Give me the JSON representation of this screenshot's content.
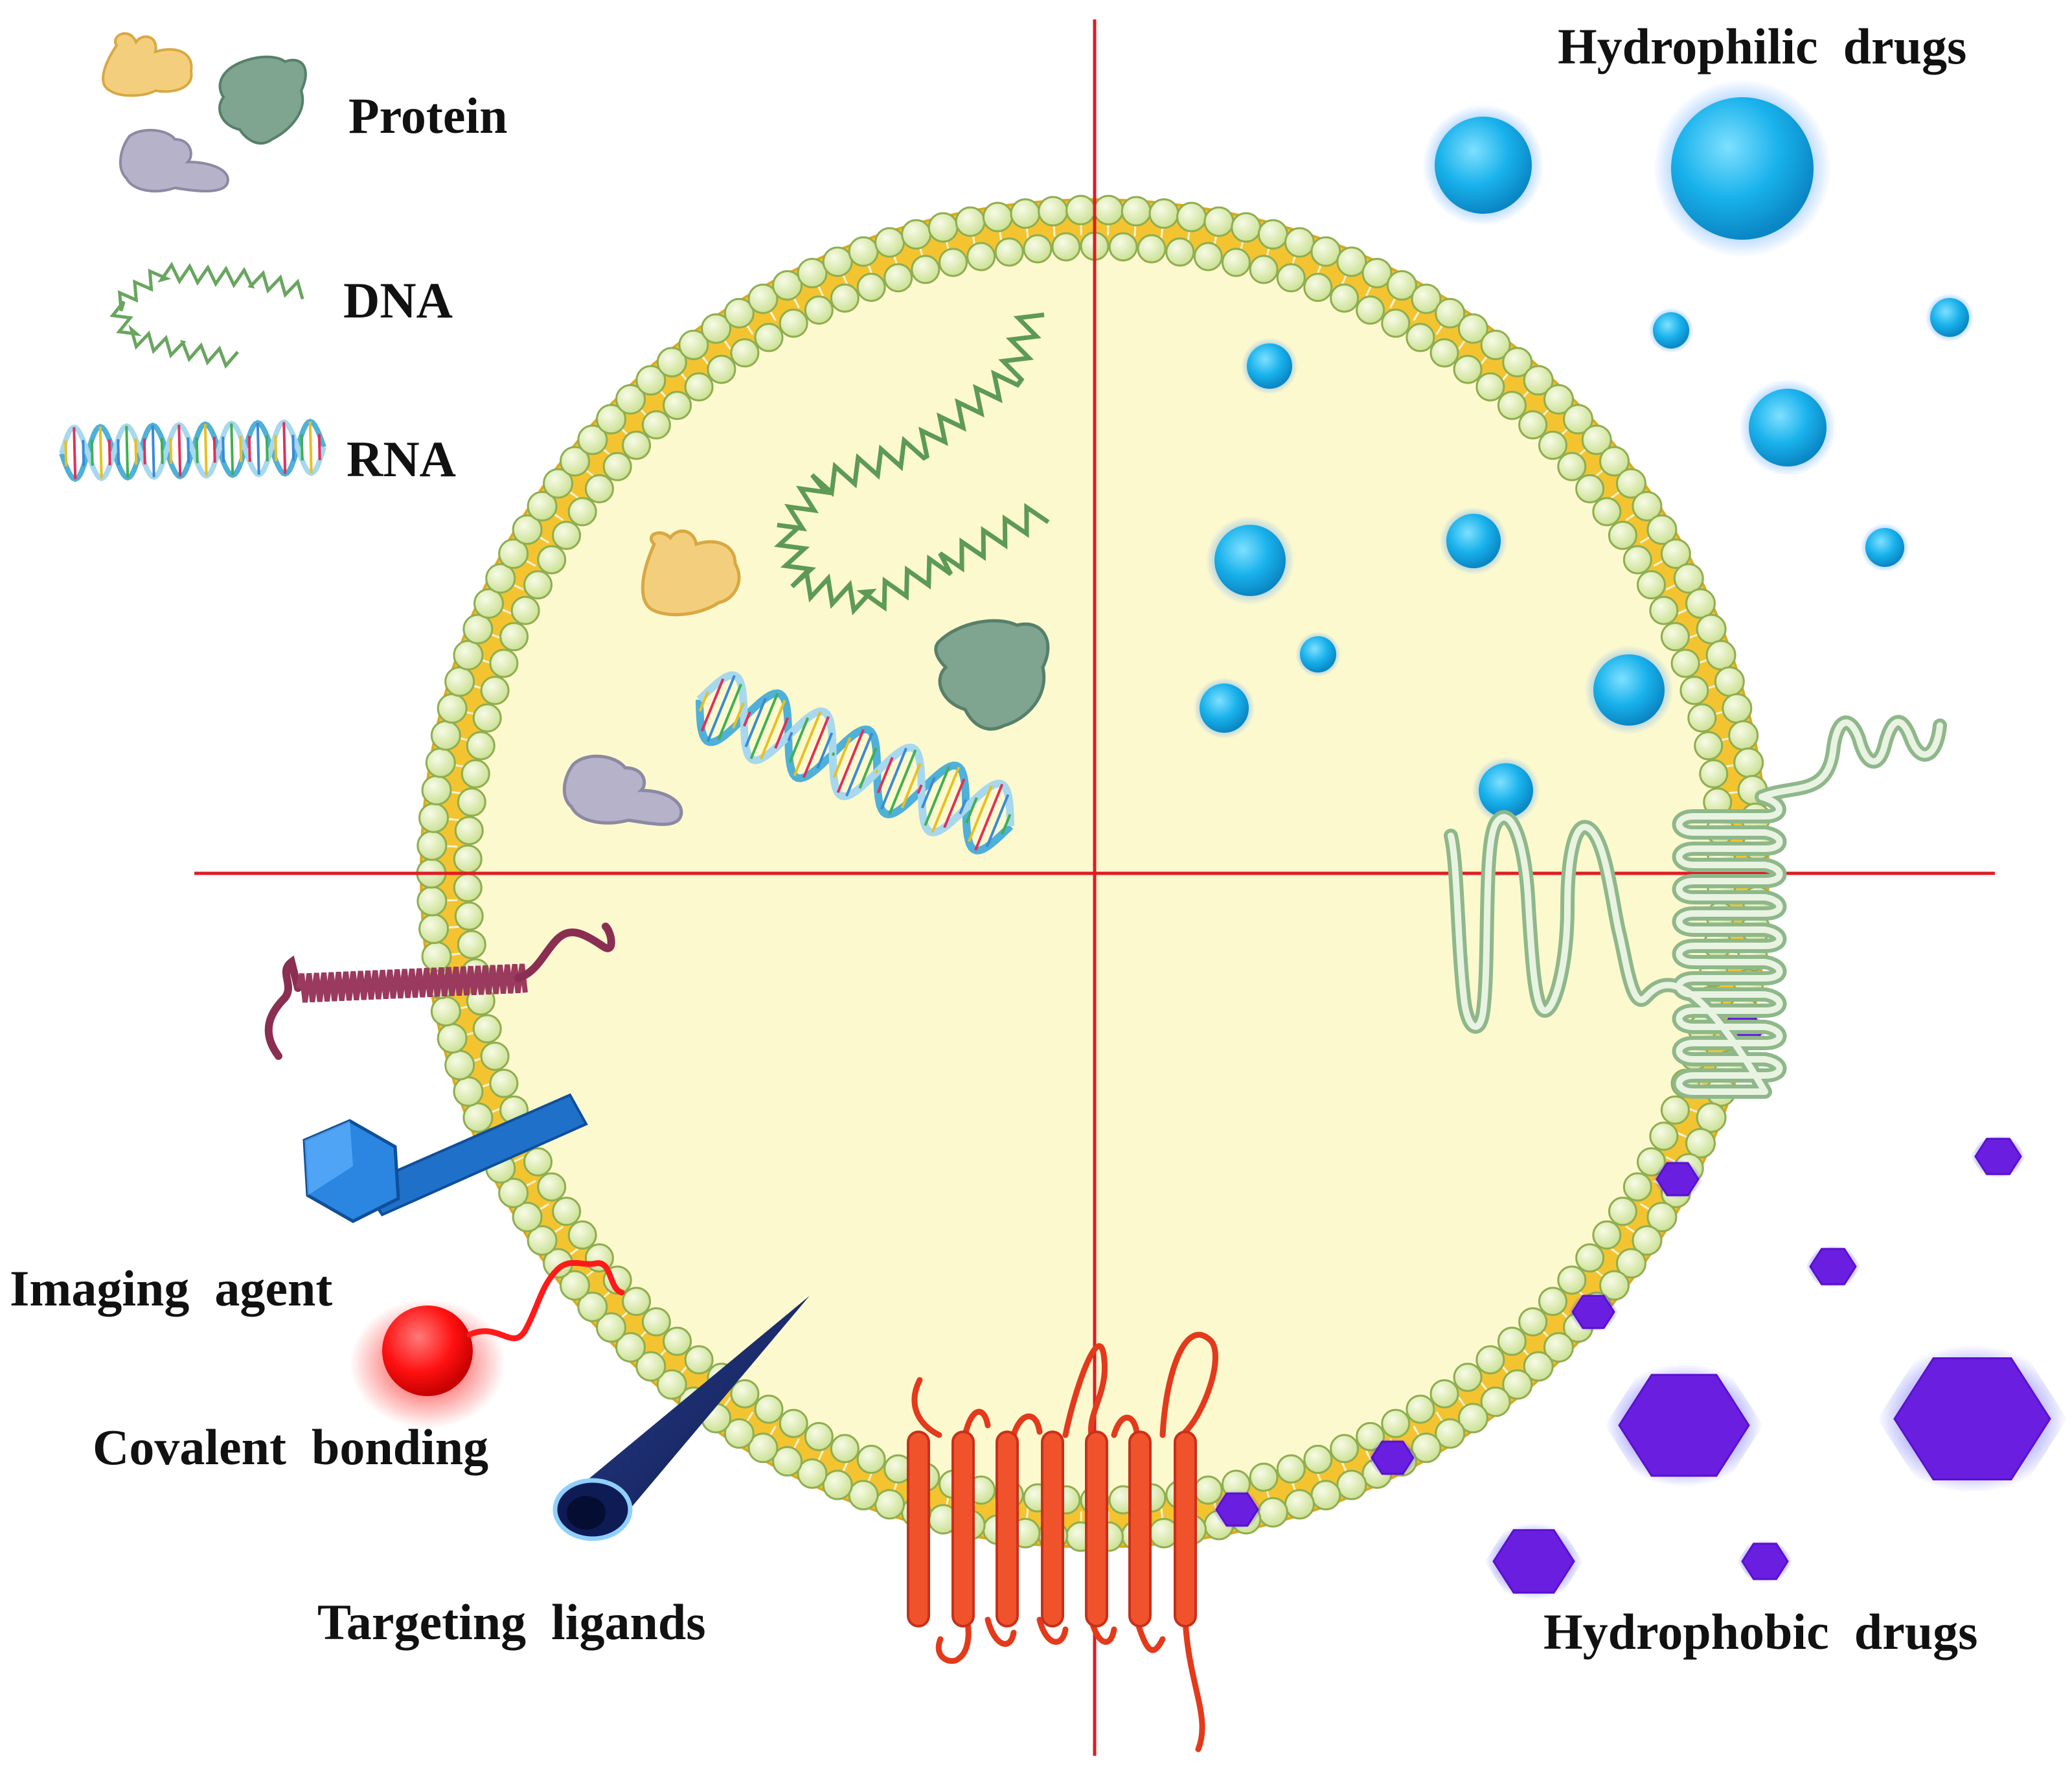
{
  "legend": {
    "protein": "Protein",
    "dna": "DNA",
    "rna": "RNA"
  },
  "labels": {
    "hydrophilic": "Hydrophilic  drugs",
    "hydrophobic": "Hydrophobic  drugs",
    "imaging": "Imaging  agent",
    "covalent": "Covalent  bonding",
    "targeting": "Targeting  ligands"
  },
  "colors": {
    "membrane_gold": "#f4c430",
    "head_green": "#dcebb0",
    "head_stroke": "#8fae4f",
    "interior": "#fdf9cf",
    "axis_red": "#e01b24",
    "hydrophilic_blue": "#1ab2ec",
    "hydrophobic_purple": "#6a1fe0",
    "protein_tan": "#f3cf7d",
    "protein_teal": "#7fa48f",
    "protein_gray": "#b5b2c9",
    "dna_green": "#69a55f",
    "receptor_red": "#f0522b",
    "imaging_blue": "#1f70c8",
    "ligand_navy": "#1a2a66",
    "covalent_red": "#ff1a1a",
    "helix_maroon": "#8a2e52"
  }
}
